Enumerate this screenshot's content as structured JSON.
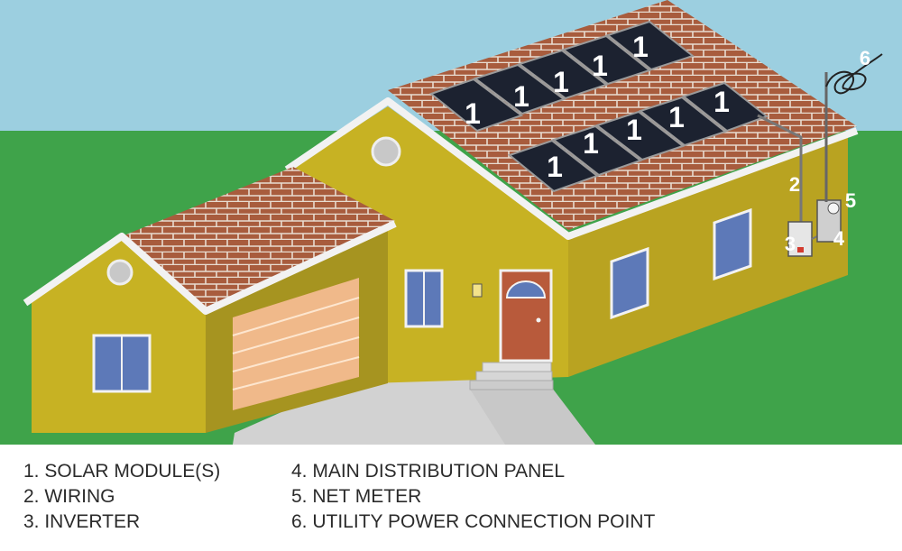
{
  "diagram": {
    "marker_labels": {
      "solar_module": "1",
      "wiring": "2",
      "inverter": "3",
      "main_panel": "4",
      "net_meter": "5",
      "utility_connection": "6"
    },
    "colors": {
      "sky": "#9ccfe0",
      "grass": "#3fa34a",
      "wall": "#c7b223",
      "wall_shadow": "#a69420",
      "roof": "#a85c3d",
      "roof_lines": "#e8dcd0",
      "solar_panel": "#1c2230",
      "garage_door": "#f0b98a",
      "window": "#5d79b8",
      "door": "#b85a3b",
      "driveway": "#d2d2d2"
    }
  },
  "legend": [
    "1. SOLAR MODULE(S)",
    "2. WIRING",
    "3. INVERTER",
    "4. MAIN DISTRIBUTION PANEL",
    "5. NET METER",
    "6. UTILITY POWER CONNECTION POINT"
  ]
}
